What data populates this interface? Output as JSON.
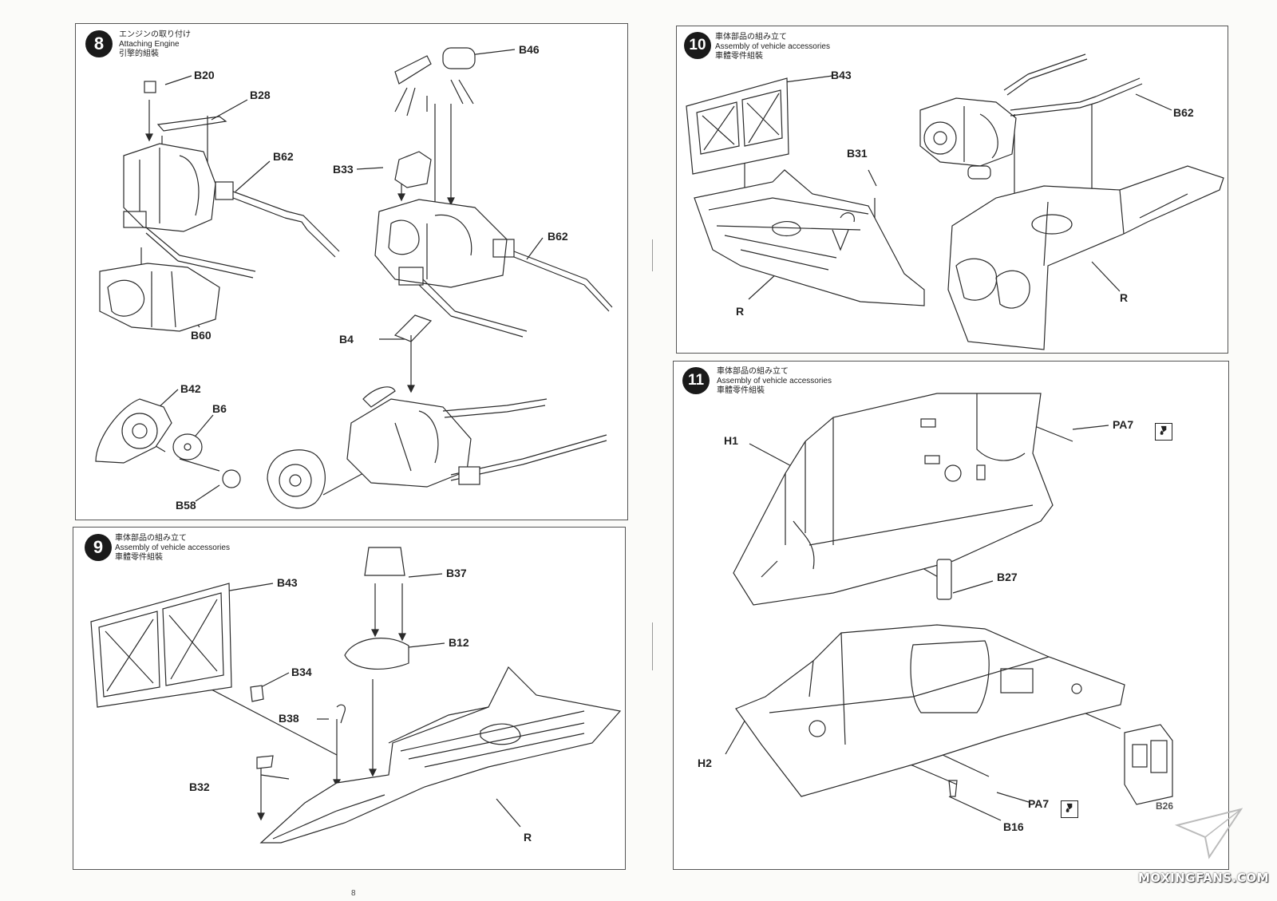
{
  "steps": [
    {
      "number": "8",
      "title_jp": "エンジンの取り付け",
      "title_en": "Attaching Engine",
      "title_cn": "引擎的組裝",
      "parts": [
        "B20",
        "B28",
        "B62",
        "B60",
        "B46",
        "B33",
        "B62",
        "B4",
        "B42",
        "B6",
        "B58"
      ]
    },
    {
      "number": "9",
      "title_jp": "車体部品の組み立て",
      "title_en": "Assembly of vehicle accessories",
      "title_cn": "車體零件組裝",
      "parts": [
        "B43",
        "B37",
        "B12",
        "B34",
        "B38",
        "B32",
        "R"
      ]
    },
    {
      "number": "10",
      "title_jp": "車体部品の組み立て",
      "title_en": "Assembly of vehicle accessories",
      "title_cn": "車體零件組裝",
      "parts": [
        "B43",
        "B31",
        "R",
        "B62",
        "R"
      ]
    },
    {
      "number": "11",
      "title_jp": "車体部品の組み立て",
      "title_en": "Assembly of vehicle accessories",
      "title_cn": "車體零件組裝",
      "parts": [
        "H1",
        "PA7",
        "B27",
        "H2",
        "PA7",
        "B16",
        "B26"
      ]
    }
  ],
  "icons": {
    "paint": "paint-drop-icon",
    "logo": "paper-plane-logo-icon"
  },
  "watermark": "MOXINGFANS.COM",
  "page_number": "8",
  "colors": {
    "line": "#2a2a2a",
    "border": "#555555",
    "background": "#fbfbf9"
  }
}
